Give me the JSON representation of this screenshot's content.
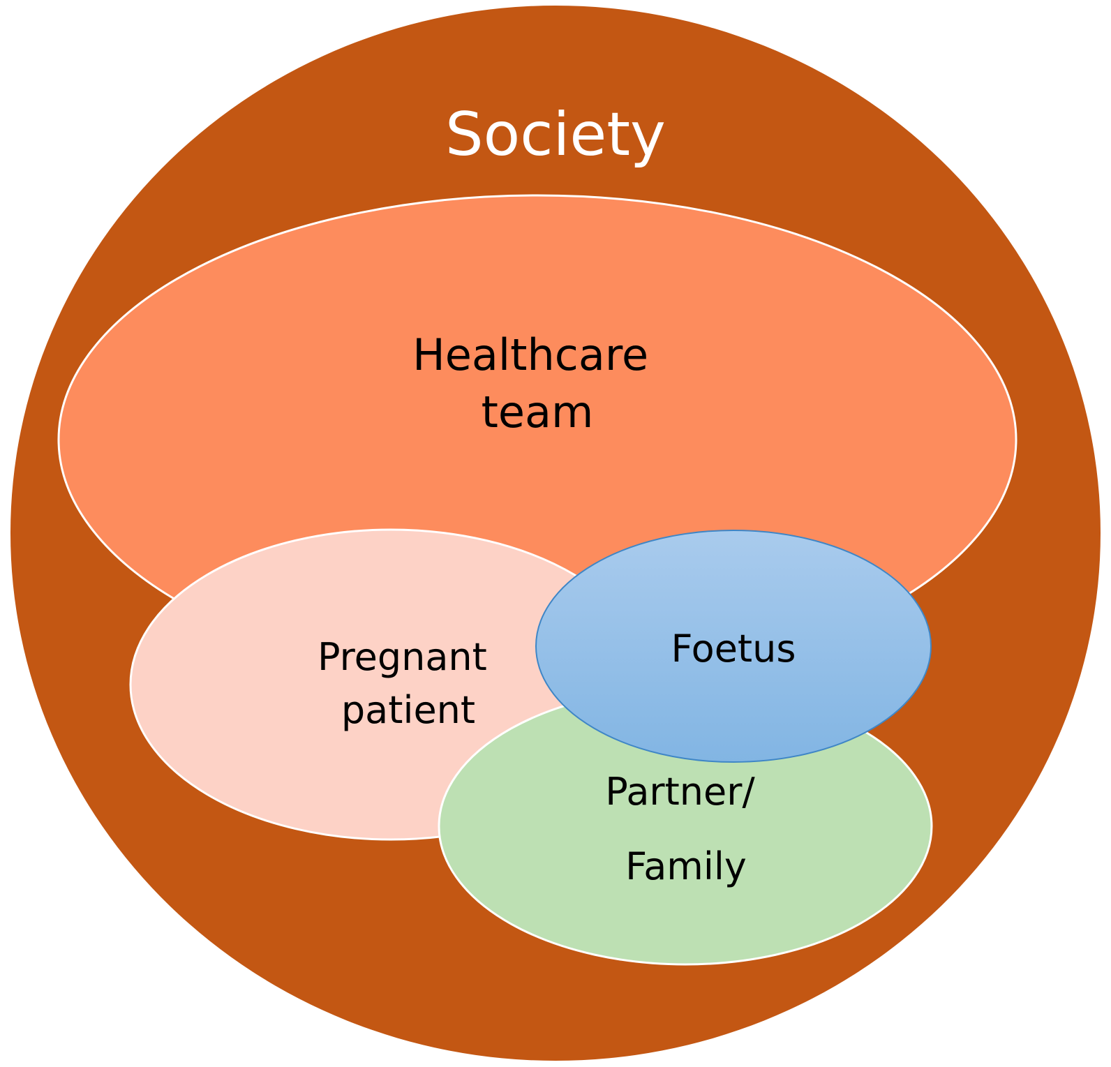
{
  "diagram": {
    "colors": {
      "background": "#ffffff",
      "society": "#c35713",
      "healthcare": "#fd8c5d",
      "patient": "#fdd2c6",
      "family": "#bde0b3",
      "foetus_top": "#a9cbed",
      "foetus_bottom": "#82b5e3",
      "foetus_stroke": "#3f86c6",
      "outline": "#ffffff",
      "label_light": "#ffffff",
      "label_dark": "#000000"
    },
    "society": {
      "label": "Society"
    },
    "healthcare": {
      "label_line1": "Healthcare",
      "label_line2": "team"
    },
    "patient": {
      "label_line1": "Pregnant",
      "label_line2": "patient"
    },
    "foetus": {
      "label": "Foetus"
    },
    "family": {
      "label_line1": "Partner/",
      "label_line2": "Family"
    }
  }
}
